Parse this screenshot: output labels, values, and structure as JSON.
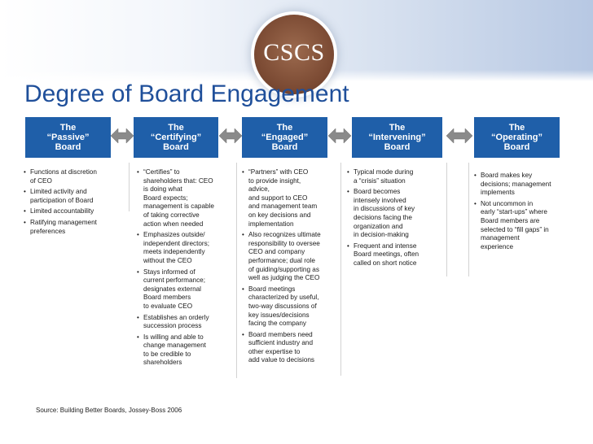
{
  "slide": {
    "logo": "CSCS",
    "title": "Degree of Board Engagement",
    "source": "Source:  Building Better Boards, Jossey-Boss 2006",
    "colors": {
      "box": "#1f5fa9",
      "title": "#1f4f9a",
      "arrow": "#8a8a8a"
    }
  },
  "columns": [
    {
      "header": "The\n“Passive”\nBoard",
      "bullets": [
        "Functions at discretion\nof CEO",
        "Limited activity and\nparticipation of Board",
        "Limited accountability",
        "Ratifying management\npreferences"
      ]
    },
    {
      "header": "The\n“Certifying”\nBoard",
      "bullets": [
        "“Certifies” to\nshareholders that: CEO\nis doing what\nBoard expects;\nmanagement is capable\nof taking corrective\naction when needed",
        "Emphasizes outside/\nindependent directors;\nmeets independently\nwithout the CEO",
        "Stays informed of\ncurrent performance;\ndesignates external\nBoard members\nto evaluate CEO",
        "Establishes an orderly\nsuccession process",
        "Is willing and able to\nchange management\nto be credible to\nshareholders"
      ]
    },
    {
      "header": "The\n“Engaged”\nBoard",
      "bullets": [
        "“Partners” with CEO\nto provide insight,\nadvice,\nand support to CEO\nand management team\non key decisions and\nimplementation",
        "Also recognizes ultimate\nresponsibility to oversee\nCEO and company\nperformance; dual role\nof guiding/supporting as\nwell as judging the CEO",
        "Board meetings\ncharacterized by useful,\ntwo-way discussions of\nkey issues/decisions\nfacing the company",
        "Board members need\nsufficient industry and\nother expertise to\nadd value to decisions"
      ]
    },
    {
      "header": "The\n“Intervening”\nBoard",
      "bullets": [
        "Typical mode during\na “crisis” situation",
        "Board becomes\nintensely involved\nin discussions of key\ndecisions facing the\norganization and\nin decision-making",
        "Frequent and intense\nBoard meetings, often\ncalled on short notice"
      ]
    },
    {
      "header": "The\n“Operating”\nBoard",
      "bullets": [
        "Board makes key\ndecisions; management\nimplements",
        "Not uncommon in\nearly “start-ups” where\nBoard members are\nselected to “fill gaps” in\nmanagement\nexperience"
      ]
    }
  ]
}
